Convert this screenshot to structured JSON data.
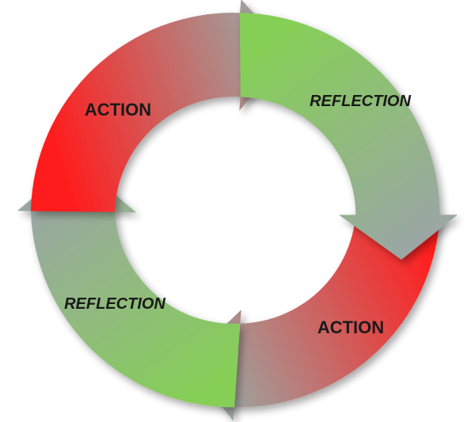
{
  "diagram": {
    "segments": [
      {
        "label": "ACTION",
        "kind": "action",
        "start_color": "#ff1e1e",
        "end_color": "#9aa7a3"
      },
      {
        "label": "REFLECTION",
        "kind": "reflection",
        "start_color": "#86cf57",
        "end_color": "#9aa7a3"
      },
      {
        "label": "ACTION",
        "kind": "action",
        "start_color": "#ff1e1e",
        "end_color": "#9aa7a3"
      },
      {
        "label": "REFLECTION",
        "kind": "reflection",
        "start_color": "#86cf57",
        "end_color": "#9aa7a3"
      }
    ]
  }
}
